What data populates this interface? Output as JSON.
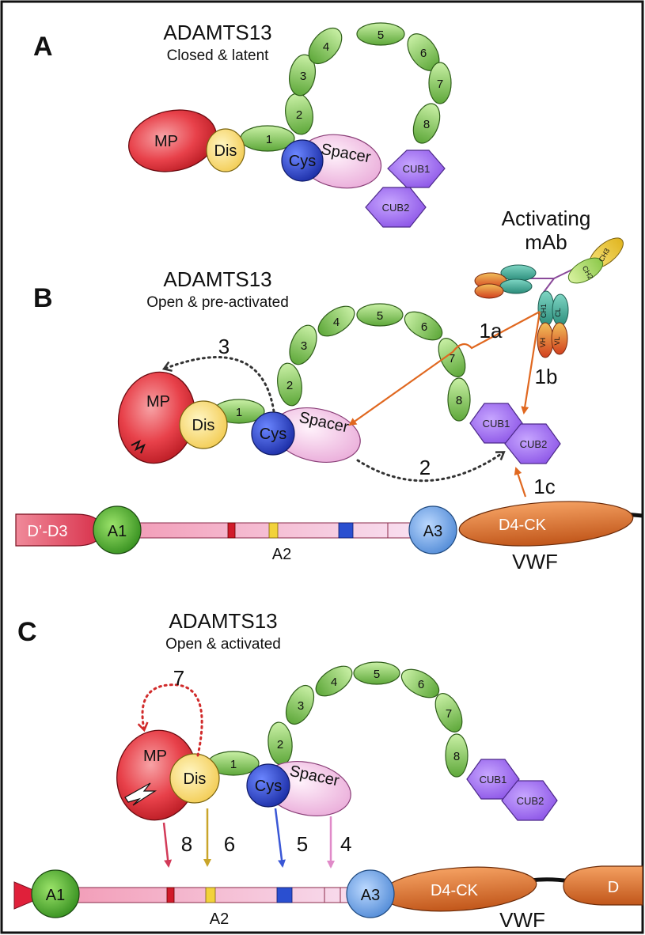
{
  "figure": {
    "panels": {
      "a": {
        "letter": "A",
        "title": "ADAMTS13",
        "subtitle": "Closed & latent",
        "domains": {
          "mp": "MP",
          "dis": "Dis",
          "cys": "Cys",
          "spacer": "Spacer",
          "cub1": "CUB1",
          "cub2": "CUB2"
        },
        "tsp": [
          "1",
          "2",
          "3",
          "4",
          "5",
          "6",
          "7",
          "8"
        ]
      },
      "b": {
        "letter": "B",
        "title": "ADAMTS13",
        "subtitle": "Open & pre-activated",
        "domains": {
          "mp": "MP",
          "dis": "Dis",
          "cys": "Cys",
          "spacer": "Spacer",
          "cub1": "CUB1",
          "cub2": "CUB2"
        },
        "tsp": [
          "1",
          "2",
          "3",
          "4",
          "5",
          "6",
          "7",
          "8"
        ],
        "antibody": {
          "title_line1": "Activating",
          "title_line2": "mAb",
          "chains": {
            "vh": "VH",
            "vl": "VL",
            "ch1": "CH1",
            "cl": "CL",
            "ch2": "CH2",
            "ch3": "CH3"
          }
        },
        "arrows": {
          "a1a": "1a",
          "a1b": "1b",
          "a1c": "1c",
          "a2": "2",
          "a3": "3"
        },
        "vwf": {
          "d3": "D’-D3",
          "a1": "A1",
          "a2": "A2",
          "a3": "A3",
          "d4": "D4-CK",
          "label": "VWF"
        }
      },
      "c": {
        "letter": "C",
        "title": "ADAMTS13",
        "subtitle": "Open & activated",
        "domains": {
          "mp": "MP",
          "dis": "Dis",
          "cys": "Cys",
          "spacer": "Spacer",
          "cub1": "CUB1",
          "cub2": "CUB2"
        },
        "tsp": [
          "1",
          "2",
          "3",
          "4",
          "5",
          "6",
          "7",
          "8"
        ],
        "arrows": {
          "a4": "4",
          "a5": "5",
          "a6": "6",
          "a7": "7",
          "a8": "8"
        },
        "vwf": {
          "a1": "A1",
          "a2": "A2",
          "a3": "A3",
          "d4": "D4-CK",
          "d": "D",
          "label": "VWF"
        }
      }
    },
    "colors": {
      "mp": "#e8414a",
      "dis": "#f7dc6f",
      "cys": "#3a57d6",
      "spacer": "#f7cdea",
      "tsp": "#8fd46a",
      "cub": "#a97cf2",
      "vwf_a1": "#5cbf2e",
      "vwf_a3": "#6aa5e6",
      "vwf_d4": "#e07a2c",
      "vwf_bar": "#f2b5cf",
      "arrow_orange": "#e06820",
      "arrow_red": "#d12b2b"
    }
  }
}
